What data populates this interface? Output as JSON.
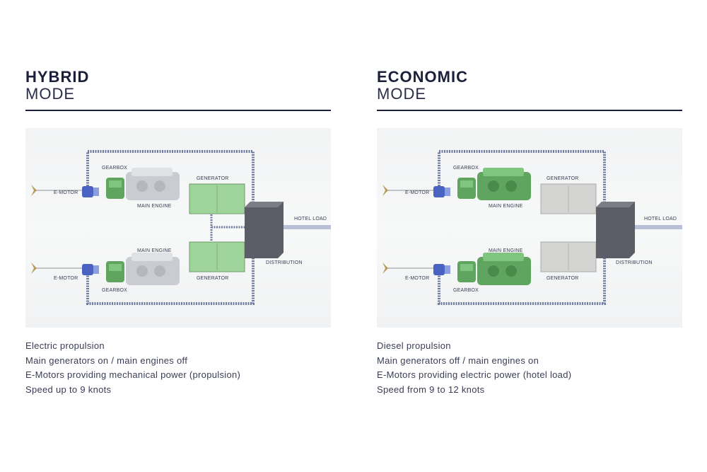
{
  "panels": [
    {
      "title_bold": "HYBRID",
      "title_light": "MODE",
      "diagram": {
        "labels": {
          "gearbox_top": "GEARBOX",
          "emotor_top": "E-MOTOR",
          "main_engine_top": "MAIN ENGINE",
          "generator_top": "GENERATOR",
          "hotel_load": "HOTEL LOAD",
          "distribution": "DISTRIBUTION",
          "main_engine_bottom": "MAIN ENGINE",
          "emotor_bottom": "E-MOTOR",
          "gearbox_bottom": "GEARBOX",
          "generator_bottom": "GENERATOR"
        },
        "generators_active": true,
        "engines_active": false
      },
      "description": [
        "Electric propulsion",
        "Main generators on / main engines off",
        "E-Motors providing mechanical power (propulsion)",
        "Speed up to 9 knots"
      ]
    },
    {
      "title_bold": "ECONOMIC",
      "title_light": "MODE",
      "diagram": {
        "labels": {
          "gearbox_top": "GEARBOX",
          "emotor_top": "E-MOTOR",
          "main_engine_top": "MAIN ENGINE",
          "generator_top": "GENERATOR",
          "hotel_load": "HOTEL LOAD",
          "distribution": "DISTRIBUTION",
          "main_engine_bottom": "MAIN ENGINE",
          "emotor_bottom": "E-MOTOR",
          "gearbox_bottom": "GEARBOX",
          "generator_bottom": "GENERATOR"
        },
        "generators_active": false,
        "engines_active": true
      },
      "description": [
        "Diesel propulsion",
        "Main generators off / main engines on",
        "E-Motors providing electric power (hotel load)",
        "Speed from 9 to 12 knots"
      ]
    }
  ],
  "colors": {
    "title": "#1b1f3b",
    "cable": "#6f7aa0",
    "active_green": "#9fd49a",
    "inactive_grey": "#d4d5d3",
    "engine_green": "#5fa55f",
    "engine_grey": "#c9ccd0",
    "emotor_blue": "#4a63c2",
    "distribution_grey": "#5b5e66"
  }
}
